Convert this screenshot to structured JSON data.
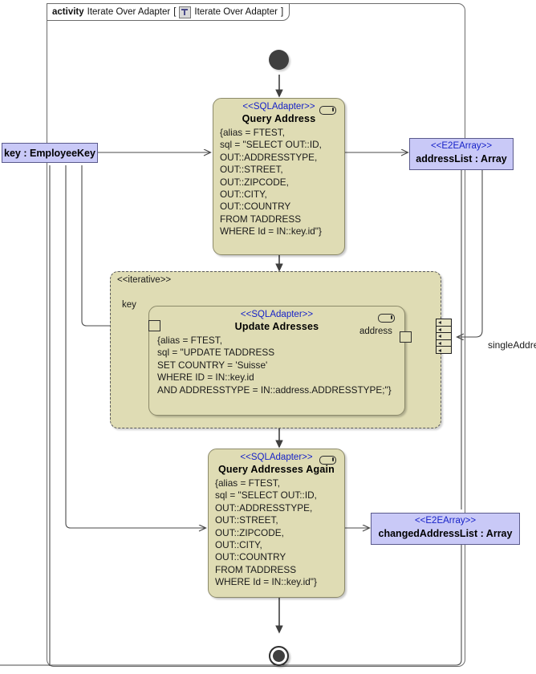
{
  "frame": {
    "keyword": "activity",
    "name": "Iterate Over Adapter",
    "bracket_open": "[",
    "icon": "activity-diagram-icon",
    "inner_name": "Iterate Over Adapter",
    "bracket_close": "]"
  },
  "colors": {
    "action_fill": "#dfdcb4",
    "object_fill": "#c9c9f7",
    "stereotype_text": "#1722c8",
    "node_dark": "#3f3f3f",
    "line": "#4a4a4a"
  },
  "nodes": {
    "initial": {
      "name": "initial-node"
    },
    "final": {
      "name": "activity-final-node"
    },
    "query_address": {
      "stereotype": "<<SQLAdapter>>",
      "name": "Query  Address",
      "body": "{alias = FTEST,\nsql = \"SELECT OUT::ID,\nOUT::ADDRESSTYPE,\nOUT::STREET,\nOUT::ZIPCODE,\nOUT::CITY,\nOUT::COUNTRY\nFROM TADDRESS\nWHERE Id = IN::key.id\"}"
    },
    "update_addresses": {
      "stereotype": "<<SQLAdapter>>",
      "name": "Update Adresses",
      "body": "{alias = FTEST,\nsql = \"UPDATE TADDRESS\nSET COUNTRY = 'Suisse'\nWHERE ID = IN::key.id\nAND ADDRESSTYPE = IN::address.ADDRESSTYPE;\"}",
      "pin_in_key": "key",
      "pin_in_address": "address"
    },
    "query_addresses_again": {
      "stereotype": "<<SQLAdapter>>",
      "name": "Query  Addresses Again",
      "body": "{alias = FTEST,\nsql = \"SELECT OUT::ID,\nOUT::ADDRESSTYPE,\nOUT::STREET,\nOUT::ZIPCODE,\nOUT::CITY,\nOUT::COUNTRY\nFROM TADDRESS\nWHERE Id = IN::key.id\"}"
    },
    "region": {
      "stereotype": "<<iterative>>"
    },
    "expansion_node": {
      "name": "expansion-node",
      "label": "singleAddress"
    }
  },
  "objects": {
    "key": {
      "name": "key : EmployeeKey"
    },
    "address_list": {
      "stereotype": "<<E2EArray>>",
      "name": "addressList : Array"
    },
    "changed_address_list": {
      "stereotype": "<<E2EArray>>",
      "name": "changedAddressList : Array"
    }
  }
}
